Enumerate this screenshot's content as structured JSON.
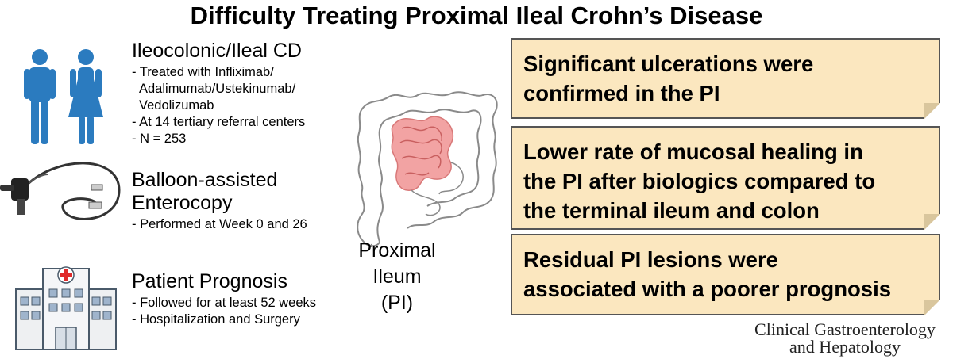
{
  "title": "Difficulty Treating Proximal Ileal Crohn’s Disease",
  "sections": [
    {
      "title": "Ileocolonic/Ileal CD",
      "bullets": [
        "- Treated with Infliximab/",
        "  Adalimumab/Ustekinumab/",
        "  Vedolizumab",
        "- At 14 tertiary referral centers",
        "- N = 253"
      ],
      "icon": "people-icon"
    },
    {
      "title": "Balloon-assisted",
      "title_line2": "Enterocopy",
      "bullets": [
        "- Performed at Week 0 and 26"
      ],
      "icon": "endoscope-icon"
    },
    {
      "title": "Patient Prognosis",
      "bullets": [
        "- Followed for at least 52 weeks",
        "- Hospitalization and Surgery"
      ],
      "icon": "hospital-icon"
    }
  ],
  "center": {
    "label_line1": "Proximal Ileum",
    "label_line2": "(PI)",
    "icon": "intestine-icon"
  },
  "findings": [
    {
      "lines": [
        "Significant ulcerations were",
        "confirmed in the PI"
      ]
    },
    {
      "lines": [
        "Lower rate of mucosal healing in",
        "the PI after biologics compared to",
        "the terminal ileum and colon"
      ]
    },
    {
      "lines": [
        "Residual PI lesions were",
        "associated with a poorer prognosis"
      ]
    }
  ],
  "journal": {
    "line1": "Clinical Gastroenterology",
    "line2": "and Hepatology"
  },
  "colors": {
    "finding_bg": "#fbe7bf",
    "person_icon": "#2b7bbf",
    "intestine_highlight": "#f2a3a3"
  }
}
